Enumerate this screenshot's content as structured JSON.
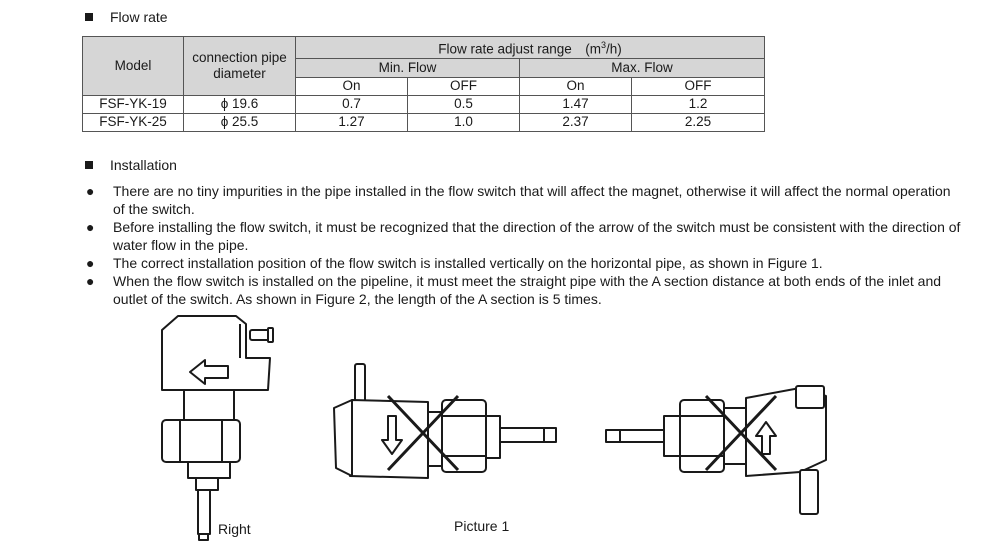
{
  "flow_rate": {
    "heading": "Flow rate",
    "table": {
      "col_model": "Model",
      "col_pipe": "connection pipe diameter",
      "col_range_text": "Flow rate adjust range　(m",
      "col_range_sup": "3",
      "col_range_end": "/h)",
      "min_flow": "Min. Flow",
      "max_flow": "Max. Flow",
      "on": "On",
      "off": "OFF",
      "rows": [
        {
          "model": "FSF-YK-19",
          "pipe": "ϕ 19.6",
          "min_on": "0.7",
          "min_off": "0.5",
          "max_on": "1.47",
          "max_off": "1.2"
        },
        {
          "model": "FSF-YK-25",
          "pipe": "ϕ 25.5",
          "min_on": "1.27",
          "min_off": "1.0",
          "max_on": "2.37",
          "max_off": "2.25"
        }
      ]
    }
  },
  "installation": {
    "heading": "Installation",
    "bullet_symbol": "●",
    "items": [
      "There are no tiny impurities in the pipe installed in the flow switch that will affect the magnet, otherwise it will affect the normal operation of the switch.",
      "Before installing the flow switch, it must be recognized that the direction of the arrow of the switch must be consistent with the direction of water flow in the pipe.",
      "The correct installation position of the flow switch is installed vertically on the horizontal pipe, as shown in Figure 1.",
      "When the flow switch is installed on the pipeline, it must meet the straight pipe with the A section distance at both ends of the inlet and outlet of the switch. As shown in Figure 2, the length of the A section is 5 times."
    ]
  },
  "figures": {
    "caption_right": "Right",
    "caption_picture": "Picture 1"
  }
}
